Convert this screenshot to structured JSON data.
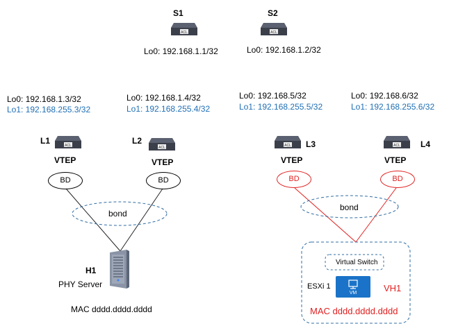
{
  "spines": [
    {
      "name": "S1",
      "lo0": "Lo0: 192.168.1.1/32"
    },
    {
      "name": "S2",
      "lo0": "Lo0: 192.168.1.2/32"
    }
  ],
  "leaves": [
    {
      "name": "L1",
      "lo0": "Lo0: 192.168.1.3/32",
      "lo1": "Lo1: 192.168.255.3/32",
      "role": "VTEP",
      "bd": "BD"
    },
    {
      "name": "L2",
      "lo0": "Lo0: 192.168.1.4/32",
      "lo1": "Lo1: 192.168.255.4/32",
      "role": "VTEP",
      "bd": "BD"
    },
    {
      "name": "L3",
      "lo0": "Lo0: 192.168.5/32",
      "lo1": "Lo1: 192.168.255.5/32",
      "role": "VTEP",
      "bd": "BD"
    },
    {
      "name": "L4",
      "lo0": "Lo0: 192.168.6/32",
      "lo1": "Lo1: 192.168.255.6/32",
      "role": "VTEP",
      "bd": "BD"
    }
  ],
  "switch_icon_text": "ACL",
  "left_group": {
    "bond": "bond",
    "host_name": "H1",
    "host_type": "PHY Server",
    "mac": "MAC dddd.dddd.dddd"
  },
  "right_group": {
    "bond": "bond",
    "virtual_switch": "Virtual Switch",
    "esxi": "ESXi 1",
    "vm_label": "VM",
    "host_name": "VH1",
    "mac": "MAC dddd.dddd.dddd"
  },
  "colors": {
    "ip_lo1": "#1f6fb5",
    "highlight": "#e02020",
    "dashed": "#2f6da3",
    "switch_body": "#3a3f4a",
    "vm_icon": "#1a73c8"
  }
}
